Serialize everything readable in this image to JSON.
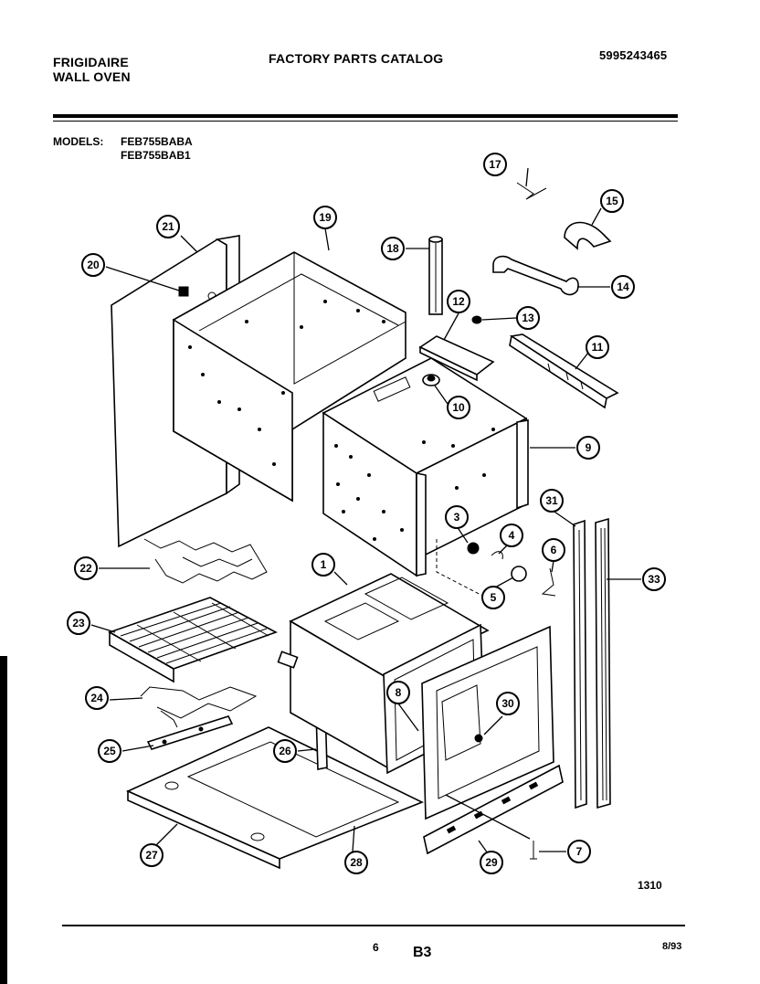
{
  "header": {
    "brand_line1": "FRIGIDAIRE",
    "brand_line2": "WALL OVEN",
    "title": "FACTORY PARTS CATALOG",
    "catalog_number": "5995243465"
  },
  "models": {
    "label": "MODELS:",
    "list": [
      "FEB755BABA",
      "FEB755BAB1"
    ]
  },
  "callouts": [
    "1",
    "3",
    "4",
    "5",
    "6",
    "7",
    "8",
    "9",
    "10",
    "11",
    "12",
    "13",
    "14",
    "15",
    "17",
    "18",
    "19",
    "20",
    "21",
    "22",
    "23",
    "24",
    "25",
    "26",
    "27",
    "28",
    "29",
    "30",
    "31",
    "33"
  ],
  "footer": {
    "diagram_code": "1310",
    "page_number": "6",
    "section": "B3",
    "date": "8/93"
  }
}
